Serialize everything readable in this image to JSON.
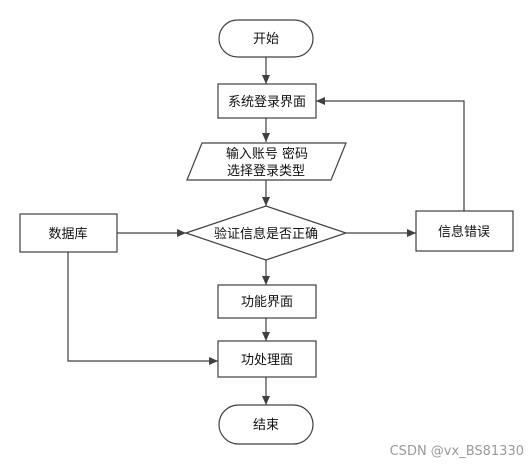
{
  "nodes": {
    "start": "开始",
    "login_screen": "系统登录界面",
    "input_line1": "输入账号 密码",
    "input_line2": "选择登录类型",
    "database": "数据库",
    "verify": "验证信息是否正确",
    "error": "信息错误",
    "function_screen": "功能界面",
    "processing": "功处理面",
    "end": "结束"
  },
  "watermark": "CSDN @vx_BS81330",
  "colors": {
    "stroke": "#404040",
    "fill": "#ffffff",
    "text": "#111111"
  }
}
